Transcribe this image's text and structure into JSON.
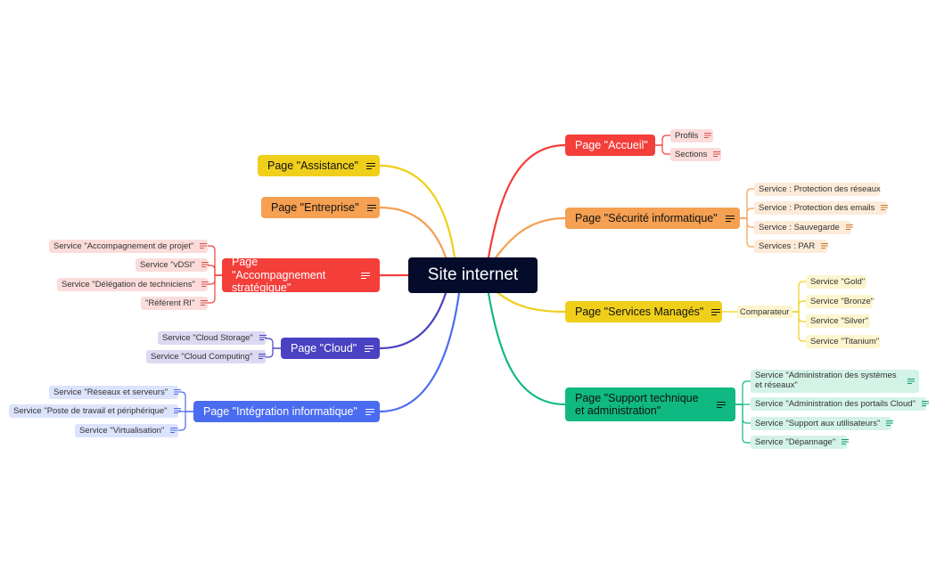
{
  "root": {
    "label": "Site internet"
  },
  "colors": {
    "red": "#f43e3a",
    "red_light": "#fbdcdb",
    "orange": "#f5a052",
    "orange_light": "#fdebd8",
    "yellow": "#f0cf1b",
    "yellow_light": "#fcf5ce",
    "green": "#10b981",
    "green_light": "#d3f3e6",
    "indigo": "#4a42c2",
    "indigo_light": "#dcdaf2",
    "blue": "#4a6cf0",
    "blue_light": "#dce3fc"
  },
  "icons": {
    "note": "note-icon"
  },
  "right": {
    "accueil": {
      "label": "Page \"Accueil\"",
      "children": [
        "Profils",
        "Sections"
      ]
    },
    "securite": {
      "label": "Page \"Sécurité informatique\"",
      "children": [
        "Service : Protection des réseaux",
        "Service : Protection des emails",
        "Service : Sauvegarde",
        "Services : PAR"
      ]
    },
    "manages": {
      "label": "Page \"Services Managés\"",
      "connector": "Comparateur",
      "children": [
        "Service \"Gold\"",
        "Service \"Bronze\"",
        "Service \"Silver\"",
        "Service \"Titanium\""
      ]
    },
    "support": {
      "label": "Page \"Support technique et administration\"",
      "children": [
        "Service \"Administration des systèmes et réseaux\"",
        "Service \"Administration des portails Cloud\"",
        "Service \"Support aux utilisateurs\"",
        "Service \"Dépannage\""
      ]
    }
  },
  "left": {
    "assistance": {
      "label": "Page \"Assistance\""
    },
    "entreprise": {
      "label": "Page \"Entreprise\""
    },
    "accompagnement": {
      "label": "Page \"Accompagnement stratégique\"",
      "children": [
        "Service \"Accompagnement de projet\"",
        "Service \"vDSI\"",
        "Service \"Délégation de techniciens\"",
        "\"Référent RI\""
      ]
    },
    "cloud": {
      "label": "Page \"Cloud\"",
      "children": [
        "Service \"Cloud Storage\"",
        "Service \"Cloud Computing\""
      ]
    },
    "integration": {
      "label": "Page \"Intégration informatique\"",
      "children": [
        "Service \"Réseaux et serveurs\"",
        "Service \"Poste de travail et périphérique\"",
        "Service \"Virtualisation\""
      ]
    }
  }
}
